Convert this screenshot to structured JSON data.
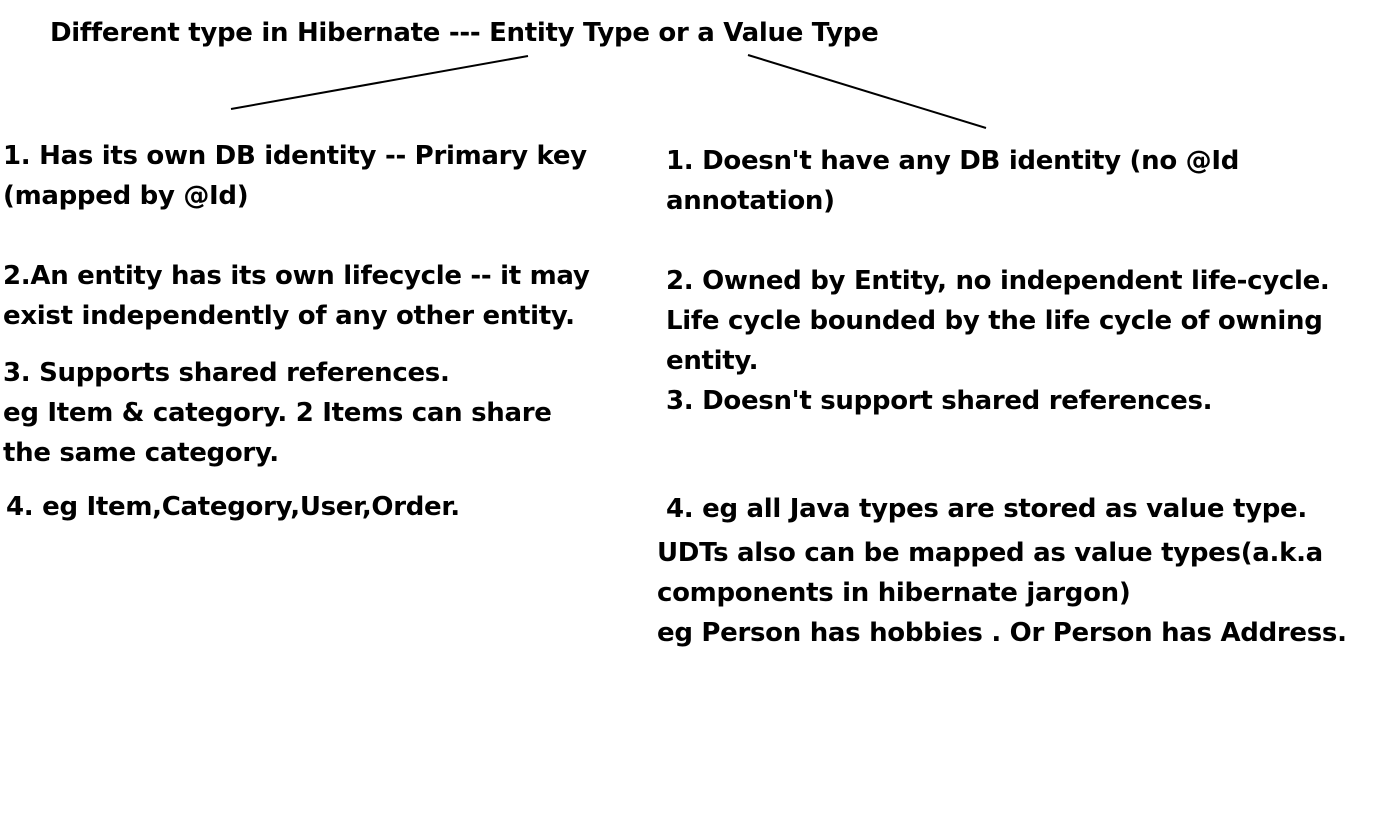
{
  "title": "Different type in Hibernate --- Entity Type or a Value Type",
  "entity_type": {
    "point1": [
      "1. Has its own DB identity -- Primary key",
      "(mapped by @Id)"
    ],
    "point2": [
      "2.An entity has its own lifecycle -- it may",
      "exist independently of any other entity."
    ],
    "point3": [
      "3. Supports shared references.",
      "eg Item & category. 2 Items can share",
      "the same category."
    ],
    "point4": [
      "4. eg Item,Category,User,Order."
    ]
  },
  "value_type": {
    "point1": [
      "1. Doesn't have any DB identity (no @Id",
      "annotation)"
    ],
    "point2": [
      "2. Owned by Entity, no independent life-cycle.",
      "Life cycle bounded by the life cycle of owning",
      "entity."
    ],
    "point3": [
      "3. Doesn't support shared references."
    ],
    "point4": [
      "4. eg all Java types are stored as value type."
    ],
    "point4_detail": [
      " UDTs also can be mapped as value types(a.k.a",
      "components in hibernate jargon)",
      "eg Person has hobbies . Or Person has Address."
    ]
  },
  "colors": {
    "background": "#ffffff",
    "text": "#000000",
    "line": "#000000"
  }
}
